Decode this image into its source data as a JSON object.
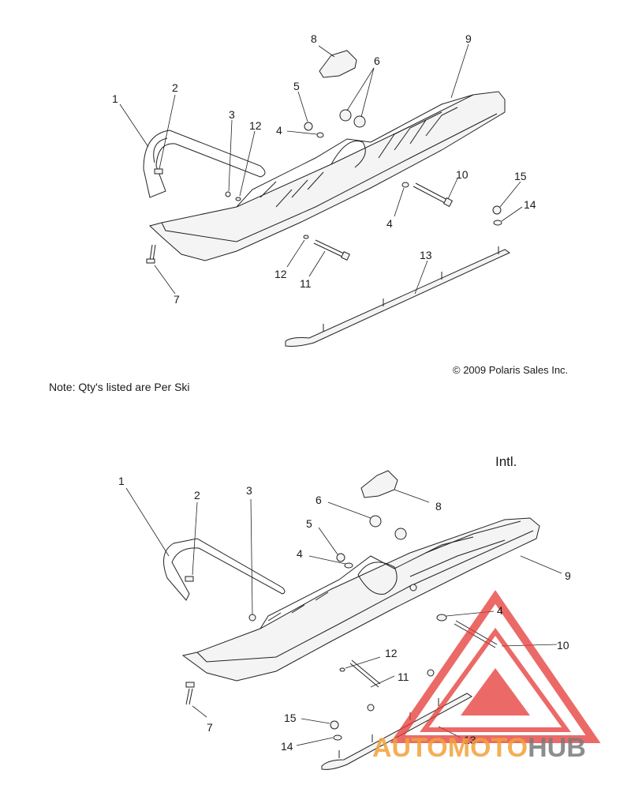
{
  "note": "Note: Qty's listed are Per Ski",
  "copyright": "© 2009 Polaris Sales Inc.",
  "intl_label": "Intl.",
  "watermark": {
    "part1": "AUTO",
    "part2": "MOTO",
    "part3": "HUB",
    "color_primary": "#f2a23a",
    "color_secondary": "#7a7a7a",
    "logo_color": "#e53935"
  },
  "top_callouts": {
    "c1": "1",
    "c2": "2",
    "c3": "3",
    "c4a": "4",
    "c4b": "4",
    "c5": "5",
    "c6": "6",
    "c7": "7",
    "c8": "8",
    "c9": "9",
    "c10": "10",
    "c11": "11",
    "c12a": "12",
    "c12b": "12",
    "c13": "13",
    "c14": "14",
    "c15": "15"
  },
  "bottom_callouts": {
    "c1": "1",
    "c2": "2",
    "c3": "3",
    "c4a": "4",
    "c4b": "4",
    "c5": "5",
    "c6": "6",
    "c7": "7",
    "c8": "8",
    "c9": "9",
    "c10": "10",
    "c11": "11",
    "c12": "12",
    "c13": "13",
    "c14": "14",
    "c15": "15"
  }
}
